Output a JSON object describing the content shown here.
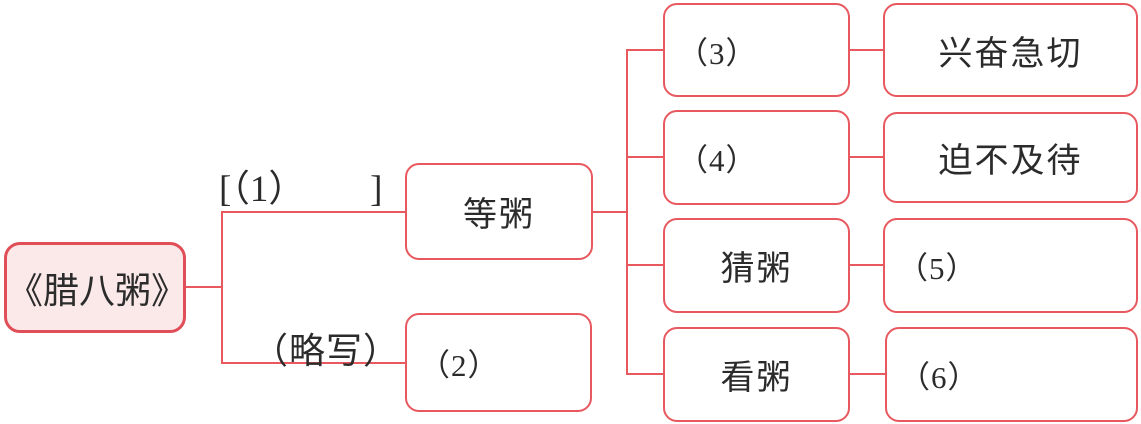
{
  "diagram": {
    "title_node": {
      "label": "《腊八粥》"
    },
    "branch_labels": {
      "detailed_blank": "[（1）       ]",
      "brief": "（略写）"
    },
    "level2": {
      "wait_porridge": {
        "label": "等粥"
      },
      "para_2": {
        "label": "（2）"
      }
    },
    "level3": {
      "para_3": {
        "label": "（3）"
      },
      "para_4": {
        "label": "（4）"
      },
      "guess_porridge": {
        "label": "猜粥"
      },
      "watch_porridge": {
        "label": "看粥"
      }
    },
    "level4": {
      "excited_eager": {
        "label": "兴奋急切"
      },
      "impatient": {
        "label": "迫不及待"
      },
      "para_5": {
        "label": "（5）"
      },
      "para_6": {
        "label": "（6）"
      }
    },
    "colors": {
      "line": "#e8595f",
      "root_border": "#e04f58",
      "root_fill": "#fbe9ea",
      "box_fill": "#ffffff",
      "text": "#2b2b2b"
    }
  }
}
